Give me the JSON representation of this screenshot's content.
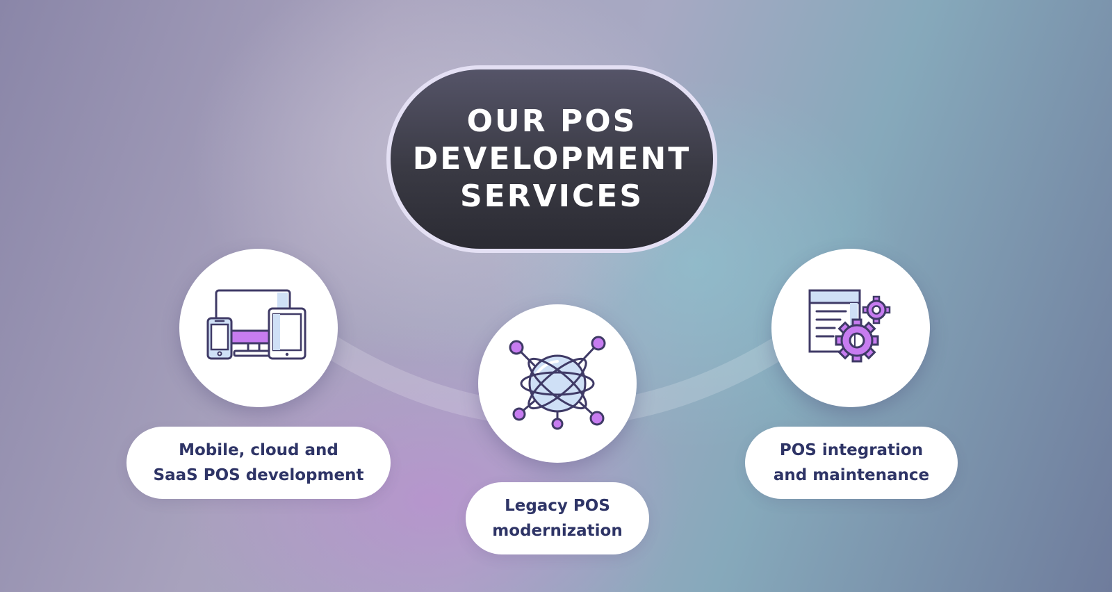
{
  "header": {
    "title_lines": [
      "OUR POS",
      "DEVELOPMENT",
      "SERVICES"
    ]
  },
  "services": [
    {
      "label_lines": [
        "Mobile, cloud and",
        "SaaS POS development"
      ],
      "icon": "devices-icon"
    },
    {
      "label_lines": [
        "Legacy POS",
        "modernization"
      ],
      "icon": "globe-network-icon"
    },
    {
      "label_lines": [
        "POS integration",
        "and maintenance"
      ],
      "icon": "document-gears-icon"
    }
  ],
  "colors": {
    "title_bg": "#3a3a44",
    "title_border": "#e4e0f4",
    "label_text": "#2e3466",
    "icon_stroke": "#3f3a66",
    "icon_purple": "#c77cf0",
    "icon_blue": "#cfe0f6"
  }
}
